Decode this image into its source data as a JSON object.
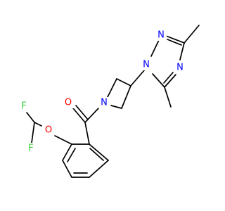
{
  "molecule": {
    "atoms": {
      "n_triazole_1": "N",
      "n_triazole_2": "N",
      "n_triazole_4": "N",
      "n_azetidine": "N",
      "o_carbonyl": "O",
      "o_ether": "O",
      "f_upper": "F",
      "f_lower": "F"
    }
  },
  "colors": {
    "bond": "#000000",
    "nitrogen": "#0000ff",
    "oxygen": "#ff0000",
    "fluorine": "#33cc33",
    "background": "#ffffff"
  }
}
